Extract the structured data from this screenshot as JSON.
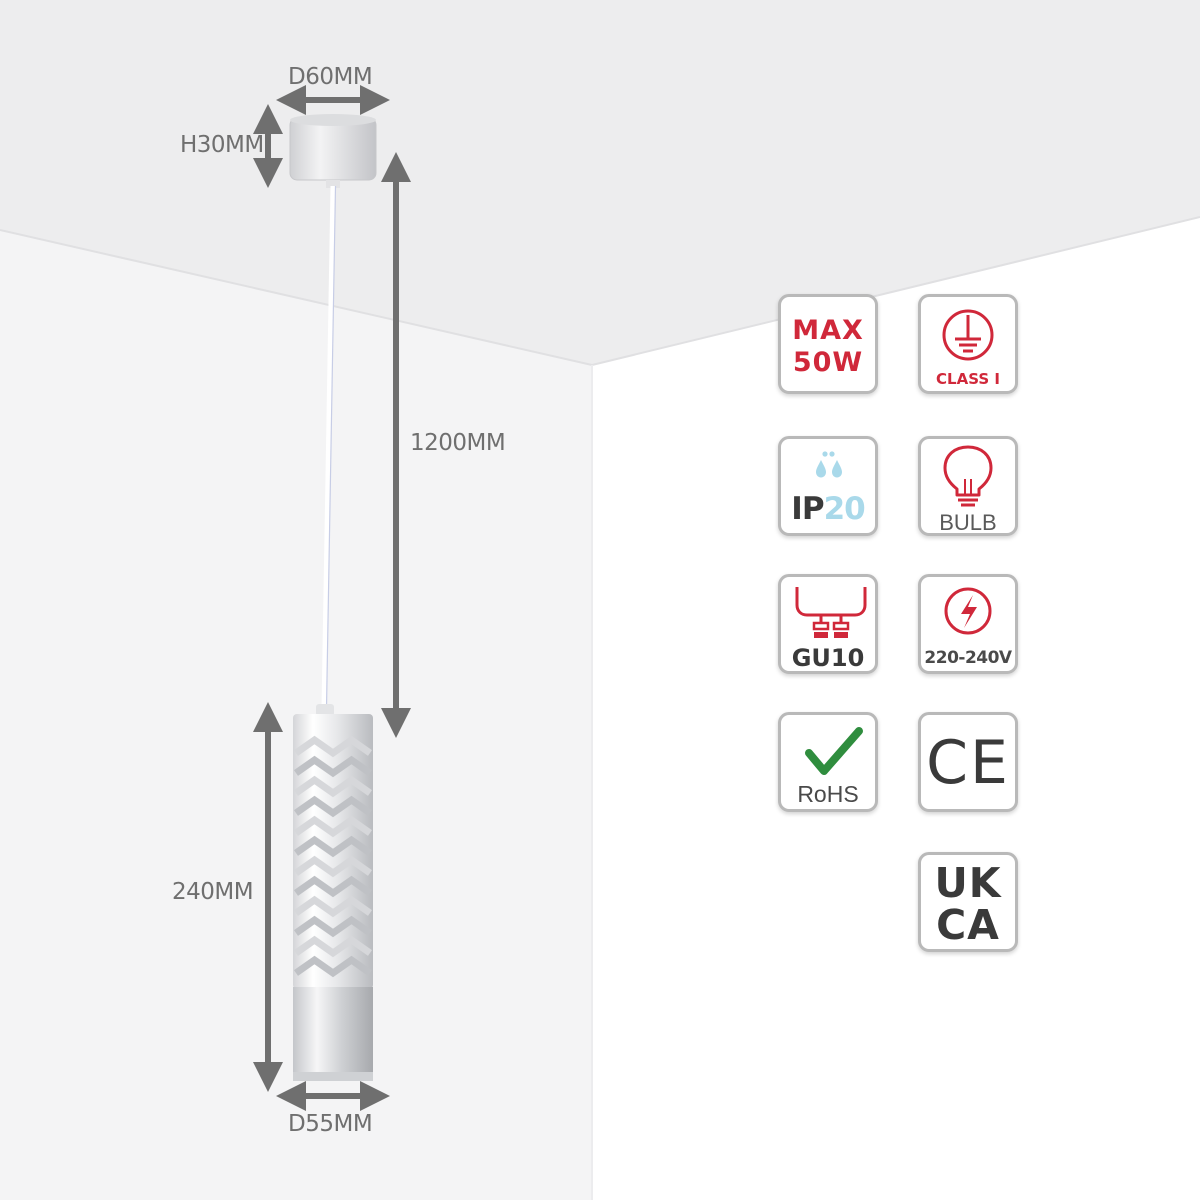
{
  "dimensions": {
    "canopy_diameter": "D60MM",
    "canopy_height": "H30MM",
    "cable_length": "1200MM",
    "shade_height": "240MM",
    "shade_diameter": "D55MM"
  },
  "badges": {
    "max_wattage": {
      "line1": "MAX",
      "line2": "50W"
    },
    "class": {
      "label": "CLASS I"
    },
    "ip": {
      "prefix": "IP",
      "suffix": "20"
    },
    "bulb": {
      "label": "BULB"
    },
    "base": {
      "label": "GU10"
    },
    "voltage": {
      "label": "220-240V"
    },
    "rohs": {
      "label": "RoHS"
    },
    "ce": {
      "label": "CE"
    },
    "ukca": {
      "line1": "UK",
      "line2": "CA"
    }
  },
  "icons": [
    "earth-ground-icon",
    "water-drops-icon",
    "bulb-icon",
    "gu10-base-icon",
    "lightning-icon",
    "check-icon"
  ],
  "colors": {
    "accent_red": "#d0283a",
    "dimension_gray": "#6f6f6f",
    "ceiling": "#ededee",
    "wall": "#f4f4f5",
    "ip_blue": "#a9d9ea"
  }
}
